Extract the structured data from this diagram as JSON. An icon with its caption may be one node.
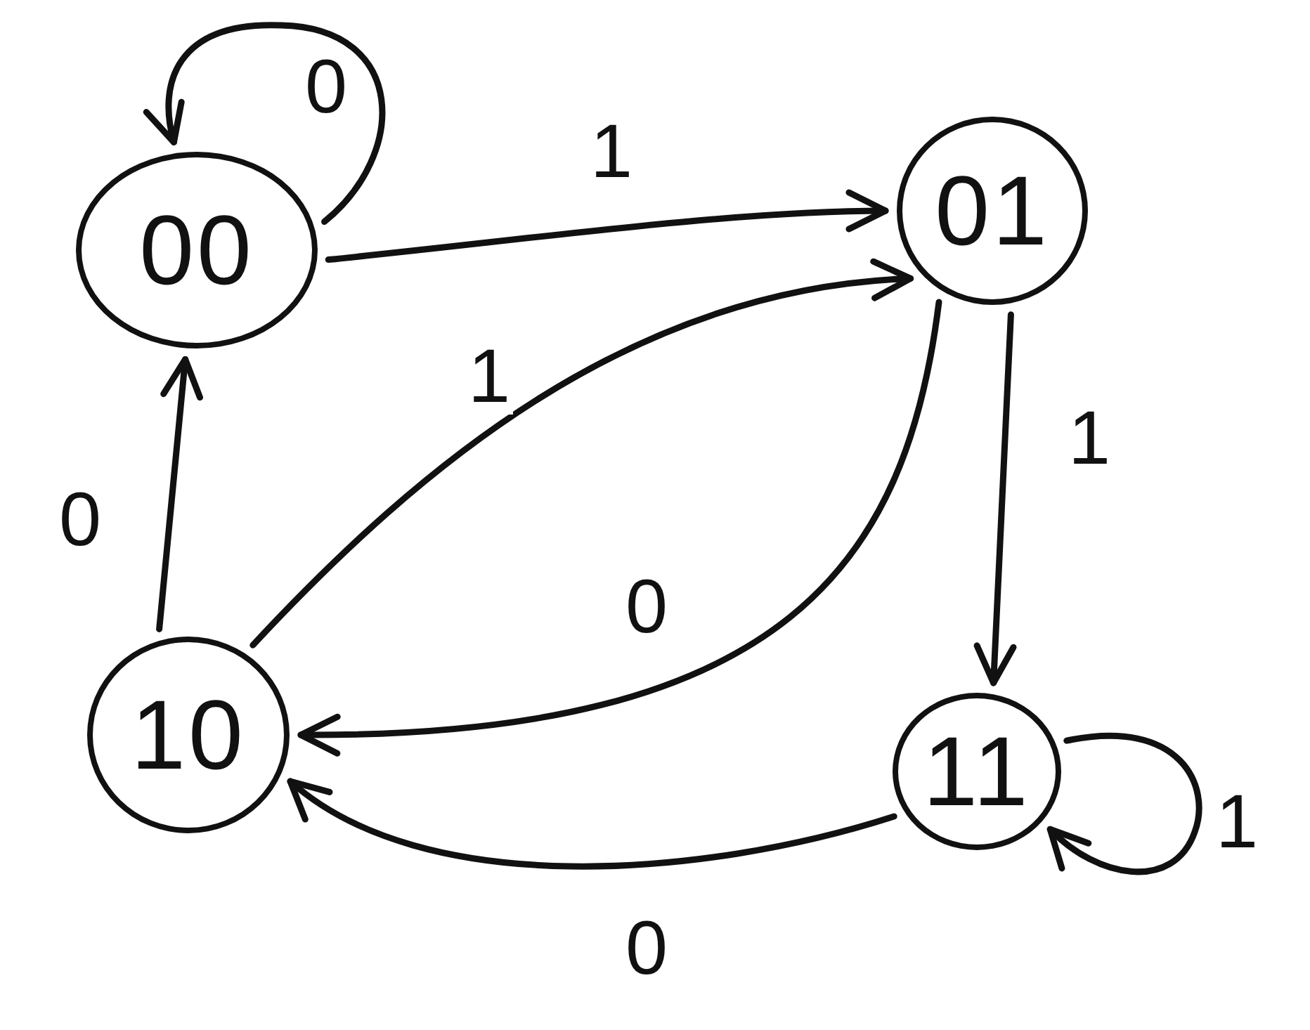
{
  "diagram": {
    "nodes": [
      {
        "text": [
          "00"
        ]
      },
      {
        "text": [
          "01"
        ]
      },
      {
        "text": [
          "10"
        ]
      },
      {
        "text": [
          "11"
        ]
      }
    ],
    "edges": [
      {
        "from": 0,
        "to": 0,
        "arrow": "to",
        "label": "0"
      },
      {
        "from": 0,
        "to": 1,
        "arrow": "to",
        "label": "1"
      },
      {
        "from": 2,
        "to": 1,
        "arrow": "to",
        "label": "1"
      },
      {
        "from": 1,
        "to": 2,
        "arrow": "to",
        "label": "0"
      },
      {
        "from": 1,
        "to": 3,
        "arrow": "to",
        "label": "1"
      },
      {
        "from": 3,
        "to": 3,
        "arrow": "to",
        "label": "1"
      },
      {
        "from": 3,
        "to": 2,
        "arrow": "to",
        "label": "0"
      },
      {
        "from": 2,
        "to": 0,
        "arrow": "to",
        "label": "0"
      }
    ]
  }
}
